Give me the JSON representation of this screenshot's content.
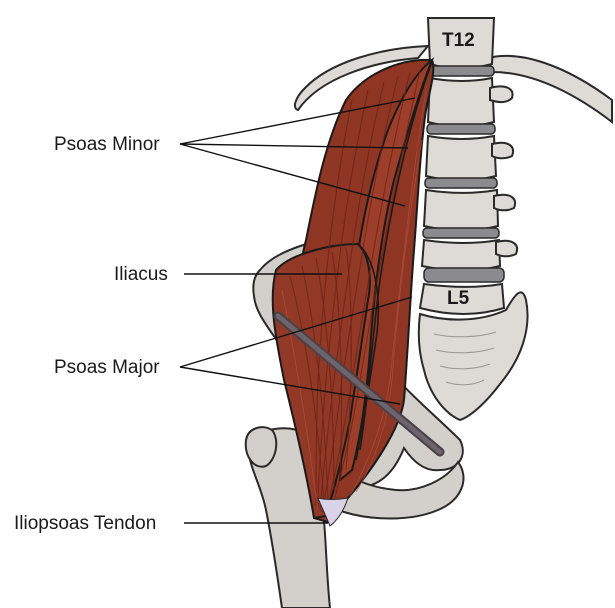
{
  "labels": {
    "psoas_minor": "Psoas Minor",
    "iliacus": "Iliacus",
    "psoas_major": "Psoas Major",
    "iliopsoas_tendon": "Iliopsoas Tendon"
  },
  "vertebra_labels": {
    "t12": "T12",
    "l5": "L5"
  },
  "colors": {
    "muscle": "#8e3524",
    "bone": "#d3cfcb",
    "disc": "#8b8b8d",
    "tendon": "#d9d2e8"
  }
}
